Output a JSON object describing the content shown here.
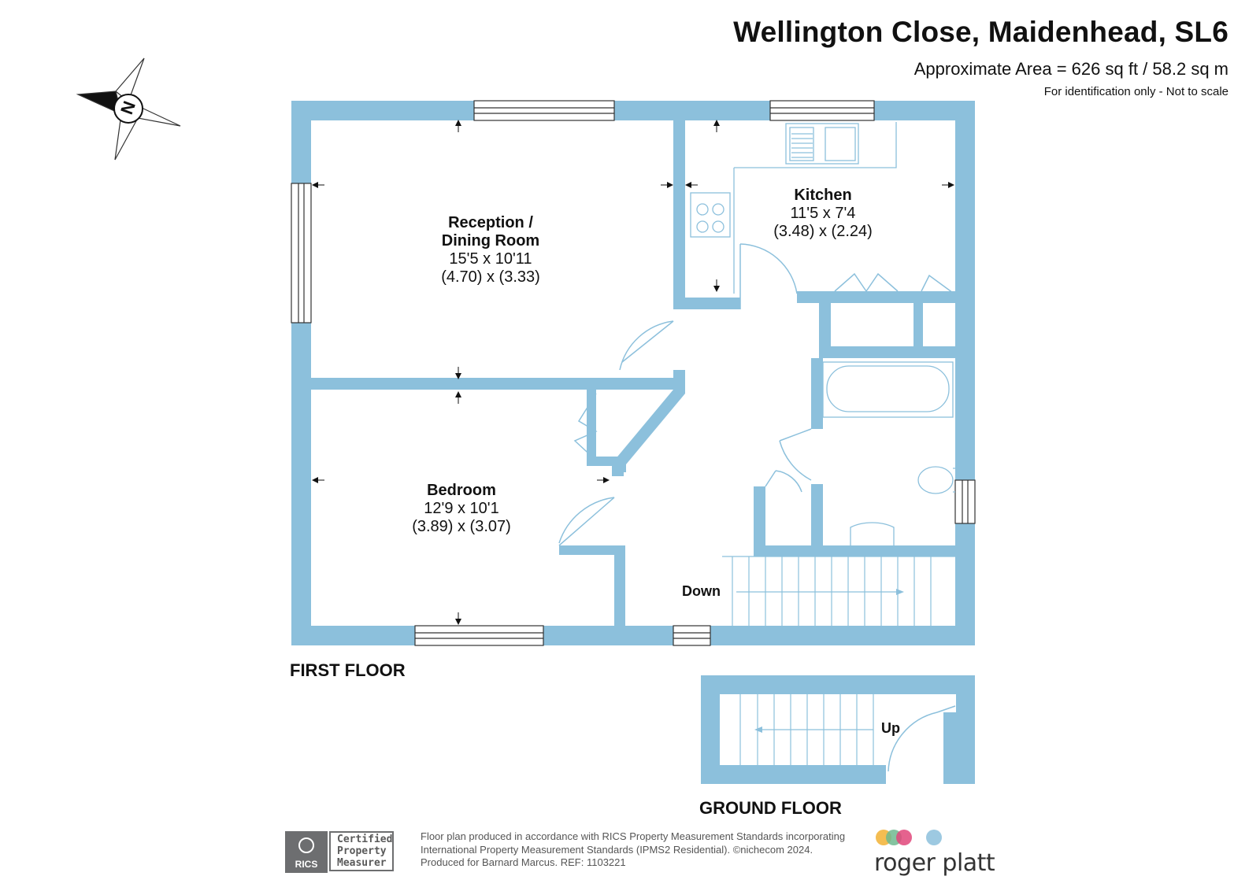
{
  "header": {
    "title": "Wellington Close, Maidenhead, SL6",
    "area": "Approximate Area = 626 sq ft / 58.2 sq m",
    "identification": "For identification only - Not to scale"
  },
  "compass": {
    "label": "N"
  },
  "first_floor": {
    "label": "FIRST FLOOR",
    "rooms": [
      {
        "name": "Reception /",
        "name2": "Dining Room",
        "imperial": "15'5 x 10'11",
        "metric": "(4.70) x (3.33)"
      },
      {
        "name": "Kitchen",
        "imperial": "11'5 x 7'4",
        "metric": "(3.48) x (2.24)"
      },
      {
        "name": "Bedroom",
        "imperial": "12'9 x 10'1",
        "metric": "(3.89) x (3.07)"
      }
    ],
    "stairs_label": "Down"
  },
  "ground_floor": {
    "label": "GROUND FLOOR",
    "stairs_label": "Up"
  },
  "footer": {
    "line1": "Floor plan produced in accordance with RICS Property Measurement Standards incorporating",
    "line2": "International Property Measurement Standards (IPMS2 Residential).  ©nichecom 2024.",
    "line3": "Produced for Barnard Marcus.   REF:  1103221",
    "rics": "RICS",
    "cert1": "Certified",
    "cert2": "Property",
    "cert3": "Measurer",
    "brand": "roger platt"
  },
  "colors": {
    "wall": "#8cc0dc",
    "text": "#111111",
    "brand_dots": [
      "#f2b134",
      "#6fb98f",
      "#e1467a",
      "#8cc0dc"
    ]
  }
}
